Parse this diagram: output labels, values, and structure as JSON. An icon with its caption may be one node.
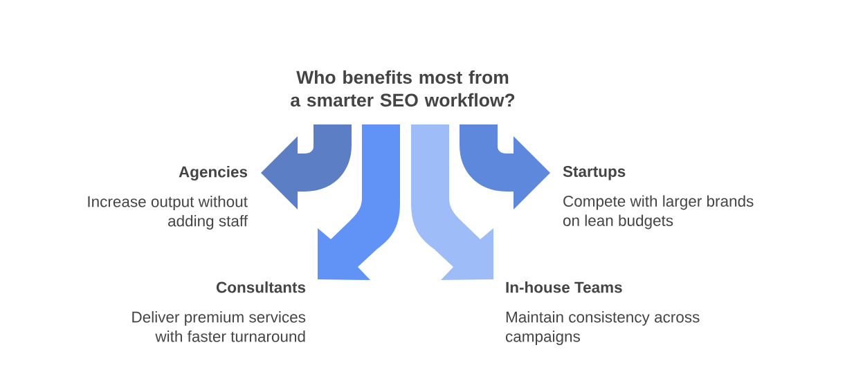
{
  "diagram": {
    "title": "Who benefits most from a smarter SEO workflow?",
    "nodes": [
      {
        "text": [
          "Agencies",
          "Increase output without adding staff"
        ]
      },
      {
        "text": [
          "Consultants",
          "Deliver premium services with faster turnaround"
        ]
      },
      {
        "text": [
          "In-house Teams",
          "Maintain consistency across campaigns"
        ]
      },
      {
        "text": [
          "Startups",
          "Compete with larger brands on lean budgets"
        ]
      }
    ],
    "edges": [
      {
        "from": null,
        "to": 0,
        "arrow": "to",
        "color": "#5b7ec4"
      },
      {
        "from": null,
        "to": 1,
        "arrow": "to",
        "color": "#6192f5"
      },
      {
        "from": null,
        "to": 2,
        "arrow": "to",
        "color": "#9ebcf7"
      },
      {
        "from": null,
        "to": 3,
        "arrow": "to",
        "color": "#5d88dc"
      }
    ]
  }
}
